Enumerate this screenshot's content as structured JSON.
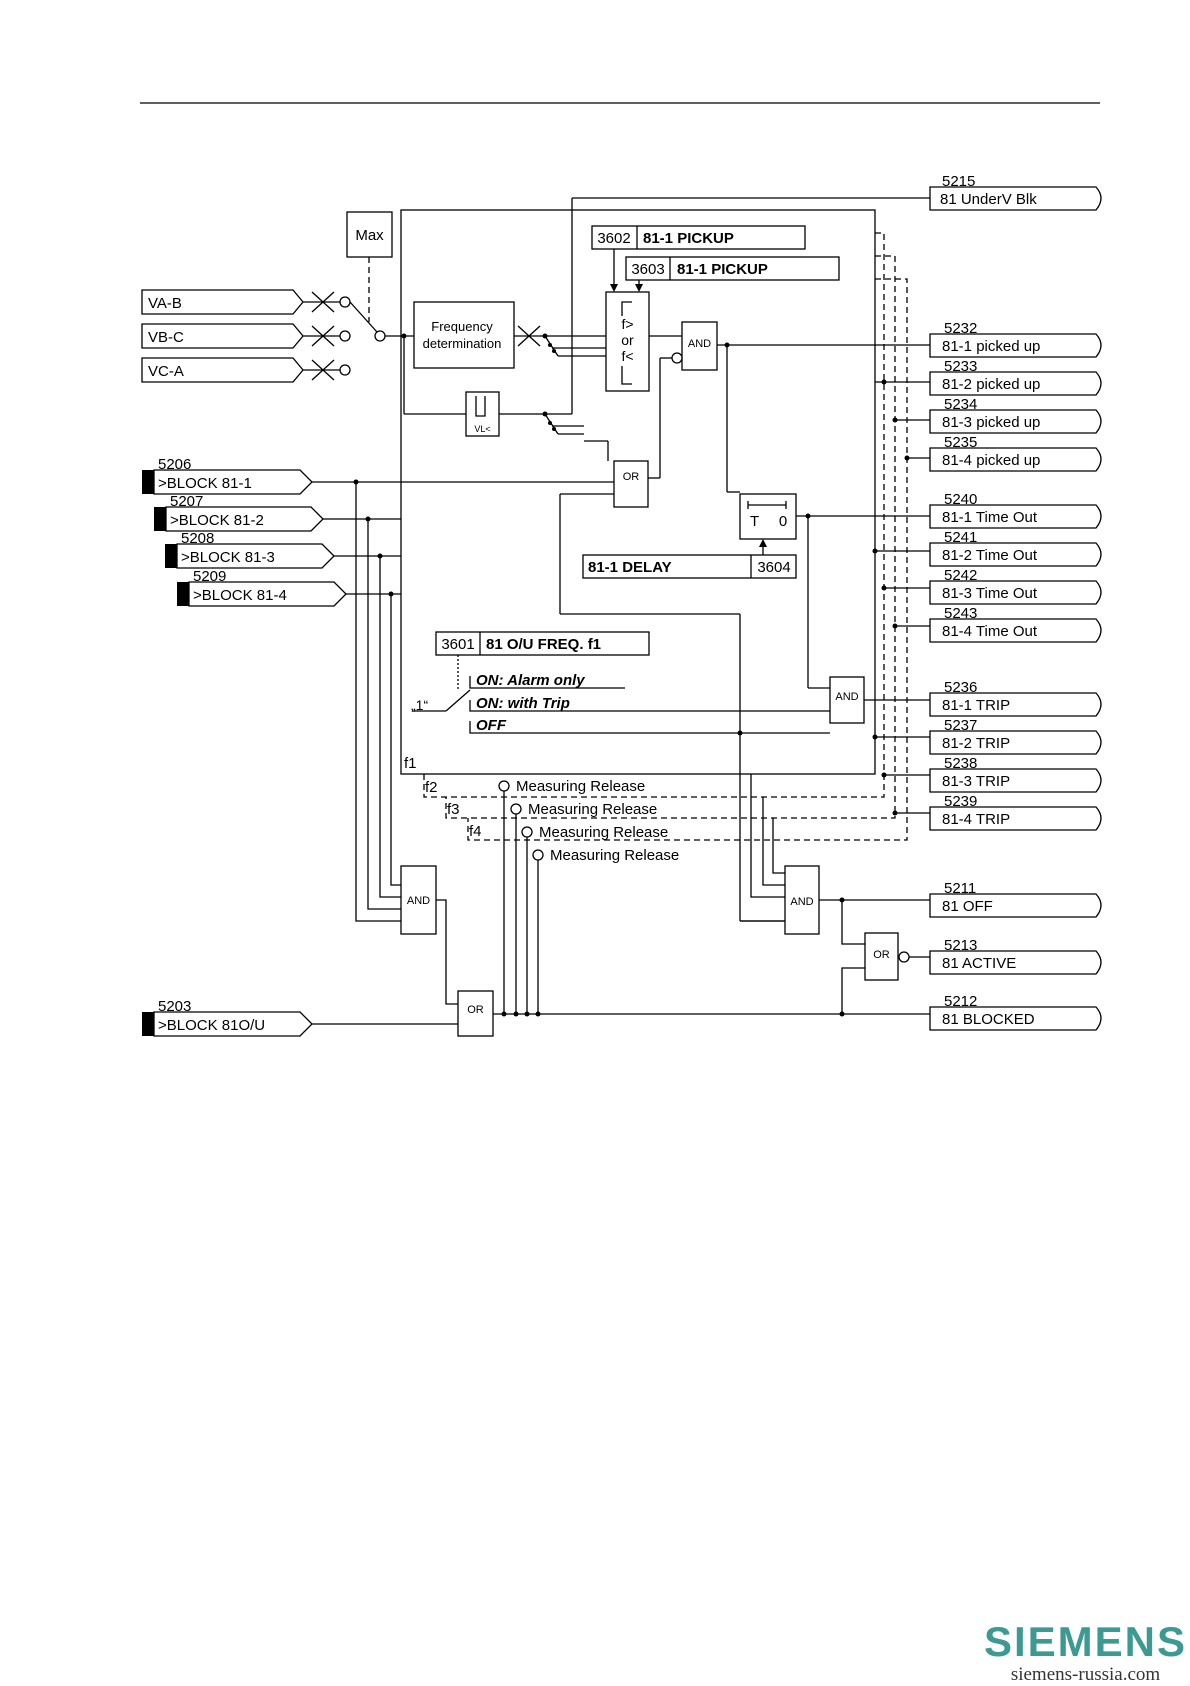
{
  "header": {
    "brand_name": "SIEMENS",
    "brand_url": "siemens-russia.com"
  },
  "diagram": {
    "voltage_inputs": [
      "VA-B",
      "VB-C",
      "VC-A"
    ],
    "max_block": "Max",
    "freq_det": [
      "Frequency",
      "determination"
    ],
    "vl_label": "VL<",
    "freq_cmp": [
      "f>",
      "or",
      "f<"
    ],
    "setting_3602": {
      "addr": "3602",
      "name": "81-1 PICKUP"
    },
    "setting_3603": {
      "addr": "3603",
      "name": "81-1 PICKUP"
    },
    "setting_3604": {
      "addr": "3604",
      "name": "81-1 DELAY"
    },
    "setting_3601": {
      "addr": "3601",
      "name": "81 O/U FREQ. f1"
    },
    "timer": {
      "t": "T",
      "zero": "0"
    },
    "gates": {
      "and": "AND",
      "or": "OR"
    },
    "block_inputs": [
      {
        "num": "5206",
        "label": ">BLOCK 81-1"
      },
      {
        "num": "5207",
        "label": ">BLOCK 81-2"
      },
      {
        "num": "5208",
        "label": ">BLOCK 81-3"
      },
      {
        "num": "5209",
        "label": ">BLOCK 81-4"
      }
    ],
    "block_all": {
      "num": "5203",
      "label": ">BLOCK 81O/U"
    },
    "switch_options": [
      "ON: Alarm only",
      "ON: with Trip",
      "OFF"
    ],
    "one_label": "„1“",
    "stages": [
      "f1",
      "f2",
      "f3",
      "f4"
    ],
    "measuring_release": "Measuring Release",
    "outputs": [
      {
        "num": "5215",
        "label": "81 UnderV Blk"
      },
      {
        "num": "5232",
        "label": "81-1 picked up"
      },
      {
        "num": "5233",
        "label": "81-2 picked up"
      },
      {
        "num": "5234",
        "label": "81-3 picked up"
      },
      {
        "num": "5235",
        "label": "81-4 picked up"
      },
      {
        "num": "5240",
        "label": "81-1 Time Out"
      },
      {
        "num": "5241",
        "label": "81-2 Time Out"
      },
      {
        "num": "5242",
        "label": "81-3 Time Out"
      },
      {
        "num": "5243",
        "label": "81-4 Time Out"
      },
      {
        "num": "5236",
        "label": "81-1 TRIP"
      },
      {
        "num": "5237",
        "label": "81-2 TRIP"
      },
      {
        "num": "5238",
        "label": "81-3 TRIP"
      },
      {
        "num": "5239",
        "label": "81-4 TRIP"
      },
      {
        "num": "5211",
        "label": "81 OFF"
      },
      {
        "num": "5213",
        "label": "81 ACTIVE"
      },
      {
        "num": "5212",
        "label": "81 BLOCKED"
      }
    ]
  }
}
